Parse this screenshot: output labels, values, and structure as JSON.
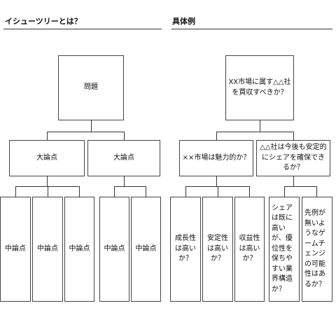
{
  "headings": {
    "left": "イシューツリーとは？",
    "right": "具体例"
  },
  "generic_tree": {
    "root": "問題",
    "level1": [
      "大論点",
      "大論点"
    ],
    "level2": [
      "中論点",
      "中論点",
      "中論点",
      "中論点",
      "中論点"
    ]
  },
  "example_tree": {
    "root": "XX市場に属す△△社を買収すべきか？",
    "level1": [
      "××市場は魅力的か？",
      "△△社は今後も安定的にシェアを確保できるか？"
    ],
    "level2": [
      "成長性は高いか？",
      "安定性は高いか？",
      "収益性は高いか？",
      "シェアは既に高いが、優位性を保ちやすい業界構造か？",
      "先例が無いようなゲームチェンジの可能性はあるか？"
    ]
  }
}
